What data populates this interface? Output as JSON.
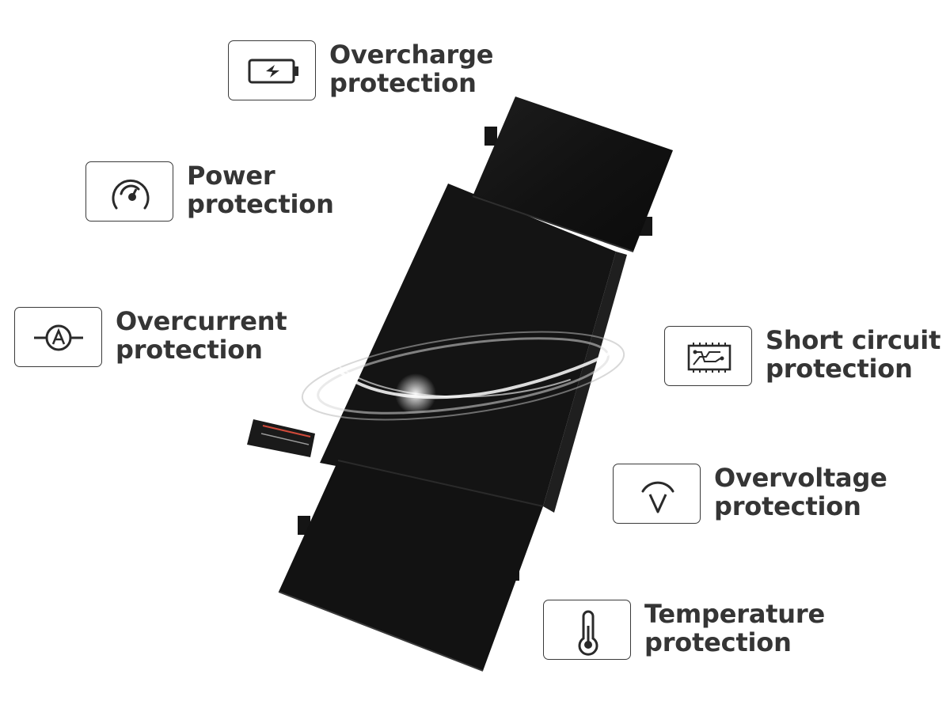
{
  "features": [
    {
      "id": "overcharge",
      "icon": "battery-charging-icon",
      "line1": "Overcharge",
      "line2": "protection"
    },
    {
      "id": "power",
      "icon": "gauge-icon",
      "line1": "Power",
      "line2": "protection"
    },
    {
      "id": "overcurrent",
      "icon": "ampere-icon",
      "line1": "Overcurrent",
      "line2": "protection"
    },
    {
      "id": "short-circuit",
      "icon": "circuit-board-icon",
      "line1": "Short circuit",
      "line2": "protection"
    },
    {
      "id": "overvoltage",
      "icon": "voltage-icon",
      "line1": "Overvoltage",
      "line2": "protection"
    },
    {
      "id": "temperature",
      "icon": "thermometer-icon",
      "line1": "Temperature",
      "line2": "protection"
    }
  ],
  "colors": {
    "text": "#353535",
    "battery": "#151515",
    "border": "#3a3a3a"
  }
}
